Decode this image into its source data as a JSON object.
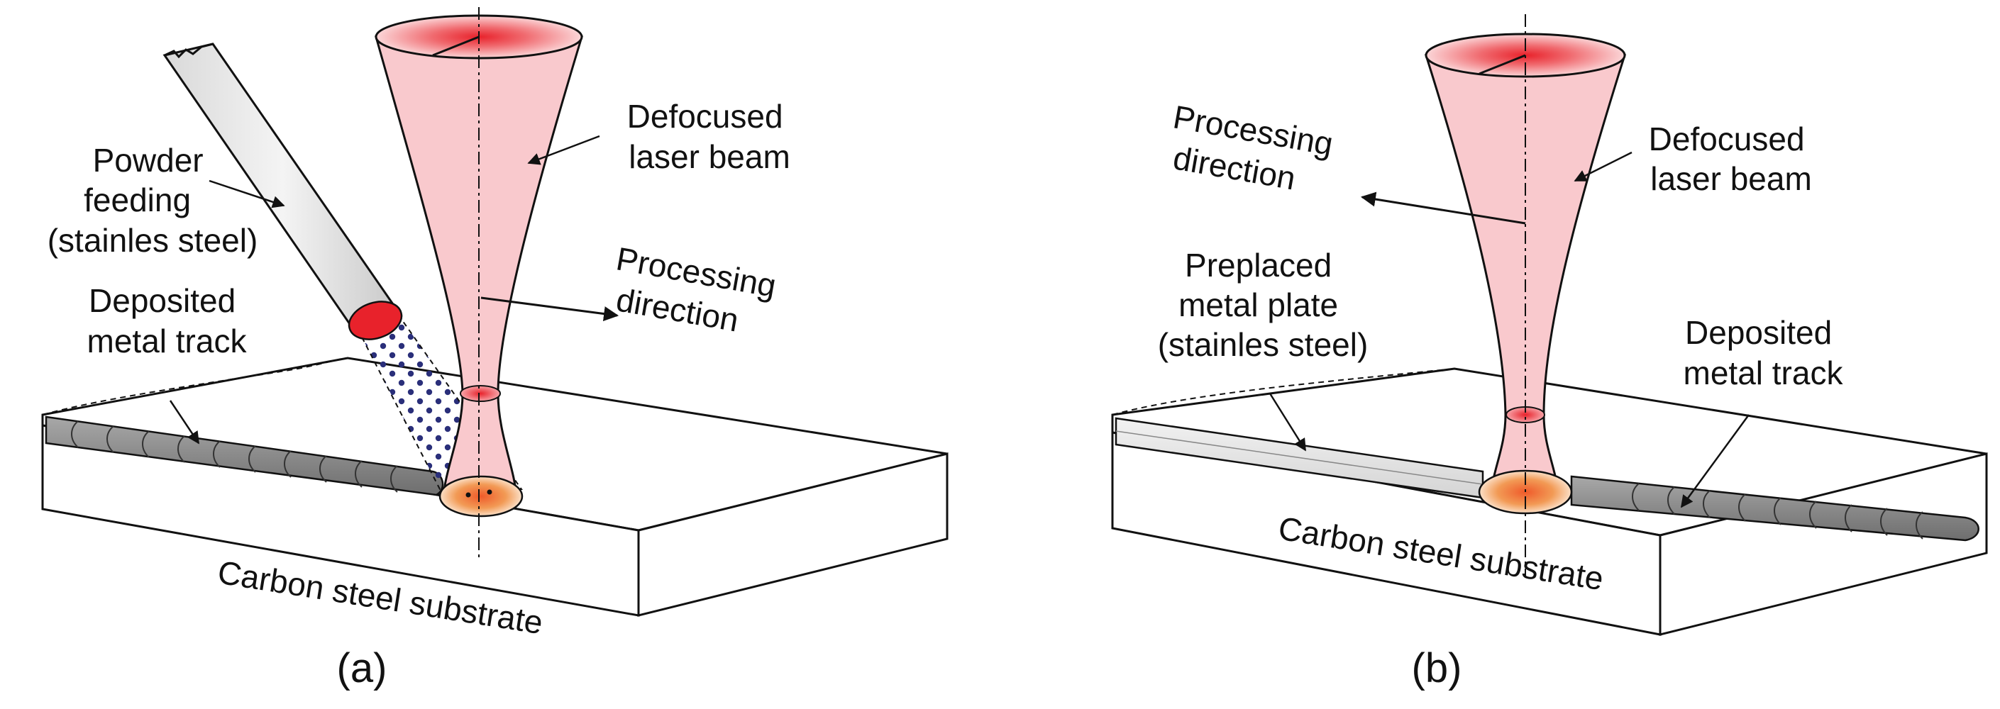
{
  "panel_a": {
    "defocused_beam_label": [
      "Defocused",
      "laser beam"
    ],
    "powder_feed_label": [
      "Powder",
      "feeding",
      "(stainles steel)"
    ],
    "processing_direction_label": [
      "Processing",
      "direction"
    ],
    "deposited_track_label": [
      "Deposited",
      "metal track"
    ],
    "substrate_label": "Carbon steel substrate",
    "caption": "(a)"
  },
  "panel_b": {
    "processing_direction_label": [
      "Processing",
      "direction"
    ],
    "defocused_beam_label": [
      "Defocused",
      "laser beam"
    ],
    "preplaced_plate_label": [
      "Preplaced",
      "metal plate",
      "(stainles steel)"
    ],
    "deposited_track_label": [
      "Deposited",
      "metal track"
    ],
    "substrate_label": "Carbon steel substrate",
    "caption": "(b)"
  },
  "colors": {
    "beam_fill": "#f9c9cd",
    "hot_spot": "#e8222b",
    "melt_pool": "#f08a3c",
    "powder_dots": "#2a2f7a",
    "track_gray": "#8c8c8c"
  }
}
